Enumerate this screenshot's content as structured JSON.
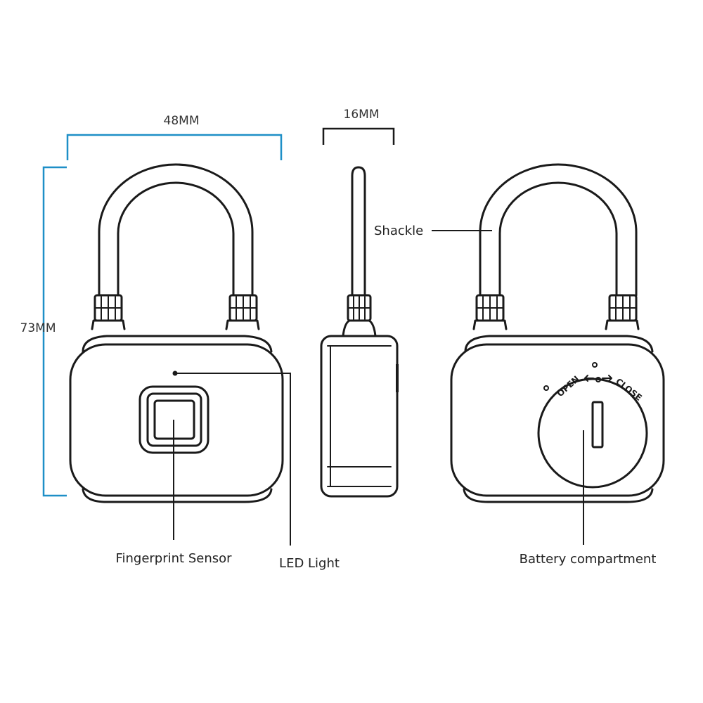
{
  "colors": {
    "dimension_line": "#1e8fc7",
    "outline": "#1a1a1a",
    "background": "#ffffff"
  },
  "dimensions": {
    "width": "48MM",
    "depth": "16MM",
    "height": "73MM"
  },
  "labels": {
    "shackle": "Shackle",
    "fingerprint_sensor": "Fingerprint Sensor",
    "led_light": "LED Light",
    "battery_compartment": "Battery compartment"
  },
  "battery_cover": {
    "open": "OPEN",
    "close": "CLOSE"
  }
}
